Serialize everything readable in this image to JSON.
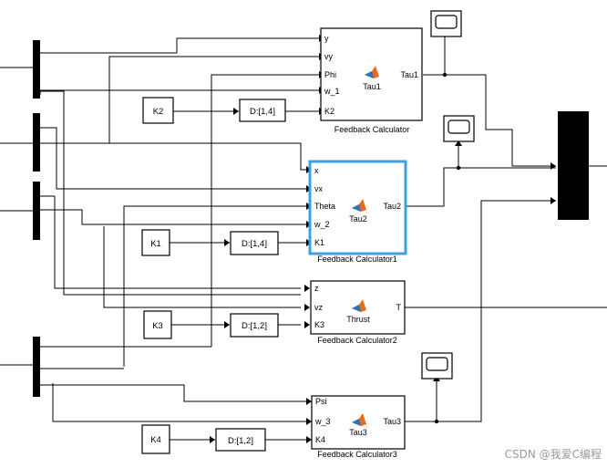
{
  "calculators": [
    {
      "name": "Feedback Calculator",
      "title": "Tau1",
      "inputs": [
        "y",
        "vy",
        "Phi",
        "w_1",
        "K2"
      ],
      "output": "Tau1"
    },
    {
      "name": "Feedback Calculator1",
      "title": "Tau2",
      "inputs": [
        "x",
        "vx",
        "Theta",
        "w_2",
        "K1"
      ],
      "output": "Tau2"
    },
    {
      "name": "Feedback Calculator2",
      "title": "Thrust",
      "inputs": [
        "z",
        "vz",
        "K3"
      ],
      "output": "T"
    },
    {
      "name": "Feedback Calculator3",
      "title": "Tau3",
      "inputs": [
        "Psi",
        "w_3",
        "K4"
      ],
      "output": "Tau3"
    }
  ],
  "constants": [
    "K2",
    "K1",
    "K3",
    "K4"
  ],
  "selectors": [
    "D:[1,4]",
    "D:[1,4]",
    "D:[1,2]",
    "D:[1,2]"
  ],
  "watermark": "CSDN @我爱C编程"
}
